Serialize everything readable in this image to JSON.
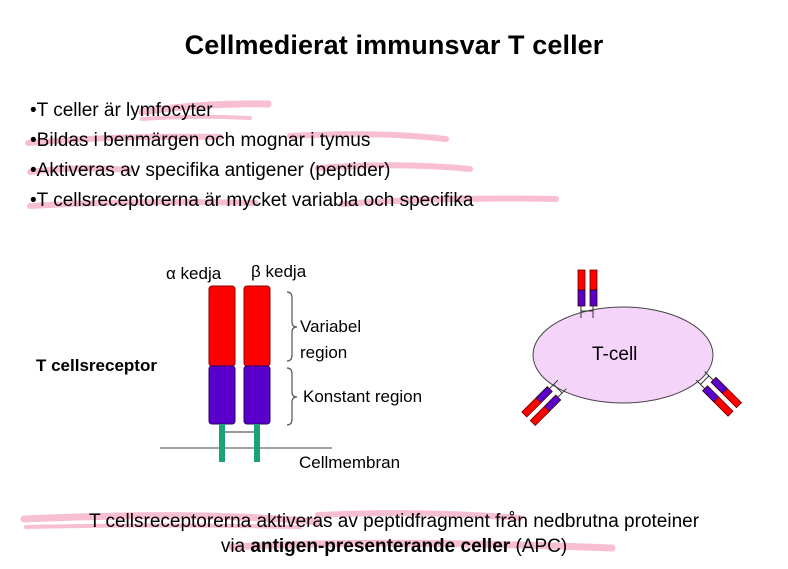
{
  "title": "Cellmedierat immunsvar T celler",
  "bullets": [
    "•T celler är lymfocyter",
    "•Bildas i benmärgen och mognar i tymus",
    "•Aktiveras av specifika antigener (peptider)",
    "•T cellsreceptorerna är mycket variabla och specifika"
  ],
  "diagram": {
    "alpha_label": "α kedja",
    "beta_label": "β kedja",
    "receptor_label": "T cellsreceptor",
    "variable_region_line1": "Variabel",
    "variable_region_line2": "region",
    "constant_region": "Konstant region",
    "membrane_label": "Cellmembran",
    "tcell_label": "T-cell"
  },
  "bottom_text": {
    "line1": "T cellsreceptorerna aktiveras av peptidfragment från nedbrutna proteiner",
    "line2_prefix": "via ",
    "line2_bold": "antigen-presenterande celler",
    "line2_suffix": " (APC)"
  },
  "colors": {
    "variable_region": "#ff0000",
    "constant_region": "#5a00cc",
    "transmembrane": "#1aa37a",
    "tcell_fill": "#f4d4f8",
    "highlight": "#f6a9c6"
  }
}
